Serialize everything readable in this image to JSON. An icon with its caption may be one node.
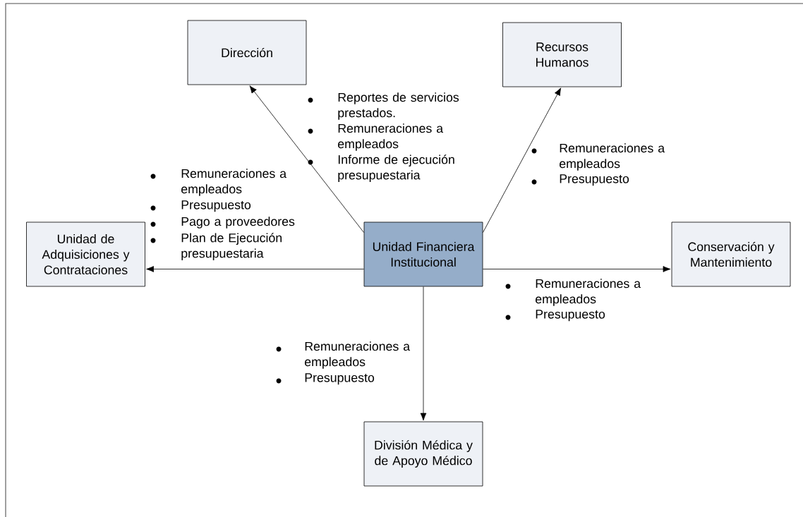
{
  "diagram": {
    "nodes": [
      {
        "text": [
          "Dirección"
        ]
      },
      {
        "text": [
          "Recursos Humanos"
        ]
      },
      {
        "text": [
          "Unidad de Adquisiciones y Contrataciones"
        ]
      },
      {
        "text": [
          "Unidad Financiera Institucional"
        ]
      },
      {
        "text": [
          "Conservación y Mantenimiento"
        ]
      },
      {
        "text": [
          "División Médica y de Apoyo Médico"
        ]
      }
    ],
    "edges": [
      {
        "from": 3,
        "to": 0,
        "arrow": "to"
      },
      {
        "from": 3,
        "to": 1,
        "arrow": "to"
      },
      {
        "from": 3,
        "to": 2,
        "arrow": "to"
      },
      {
        "from": 3,
        "to": 4,
        "arrow": "to"
      },
      {
        "from": 3,
        "to": 5,
        "arrow": "to"
      }
    ],
    "labels": [
      "Reportes de servicios prestados.",
      "Remuneraciones a empleados",
      "Informe de ejecución presupuestaria",
      "Remuneraciones a empleados",
      "Presupuesto",
      "Remuneraciones a empleados",
      "Presupuesto",
      "Pago a proveedores",
      "Plan de Ejecución presupuestaria",
      "Remuneraciones a empleados",
      "Presupuesto",
      "Remuneraciones a empleados",
      "Presupuesto"
    ]
  }
}
